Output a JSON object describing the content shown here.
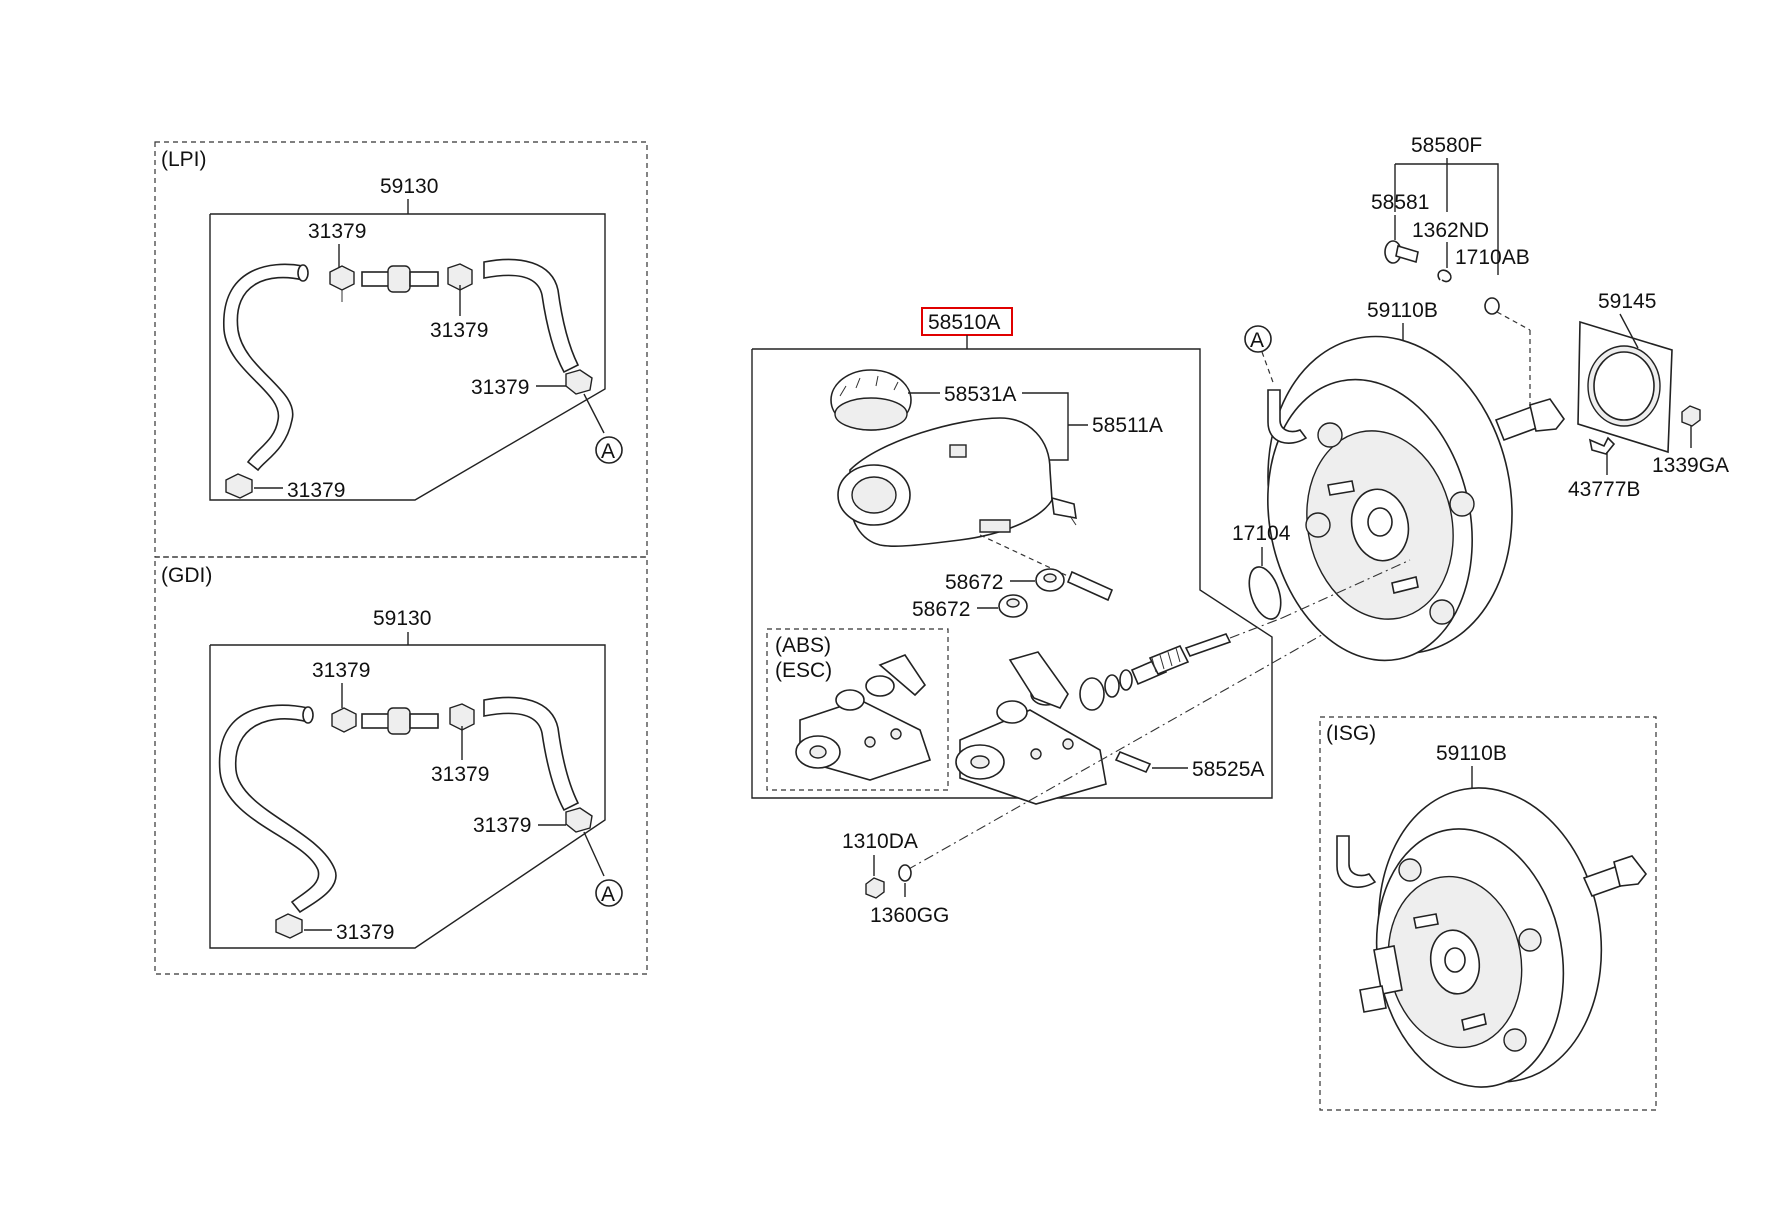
{
  "sections": {
    "lpi": {
      "label": "(LPI)",
      "hose": "59130",
      "clamp_a": "31379",
      "clamp_b": "31379",
      "clamp_c": "31379",
      "clamp_d": "31379",
      "ref": "A"
    },
    "gdi": {
      "label": "(GDI)",
      "hose": "59130",
      "clamp_a": "31379",
      "clamp_b": "31379",
      "clamp_c": "31379",
      "clamp_d": "31379",
      "ref": "A"
    },
    "isg": {
      "label": "(ISG)",
      "booster": "59110B"
    },
    "abs": {
      "label_abs": "(ABS)",
      "label_esc": "(ESC)"
    }
  },
  "master_cylinder": {
    "assembly": "58510A",
    "assembly_highlight_color": "#e00000",
    "cap": "58531A",
    "reservoir": "58511A",
    "grommet_a": "58672",
    "grommet_b": "58672",
    "piston_kit": "58525A"
  },
  "booster": {
    "main": "59110B",
    "kit": "58580F",
    "pin": "58581",
    "clip": "1362ND",
    "washer": "1710AB",
    "gasket": "59145",
    "clevis_pin": "43777B",
    "nut": "1339GA",
    "oring": "17104",
    "ref": "A"
  },
  "fasteners": {
    "nut": "1310DA",
    "washer": "1360GG"
  }
}
